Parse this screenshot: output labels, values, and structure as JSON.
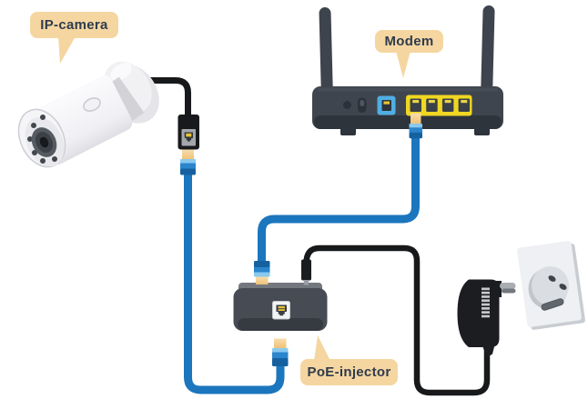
{
  "title": "IP-camera to modem connection via PoE-injector (illustrated diagram)",
  "labels": {
    "camera": "IP-camera",
    "modem": "Modem",
    "injector": "PoE-injector"
  },
  "components": {
    "camera": "white bullet IP security camera on round wall mount with black RJ45 pigtail coupler",
    "modem": "dark gray modem/router rear view with 2 antennas, round button, toggle switch, 1 blue WAN port, 4 yellow LAN ports",
    "injector": "dark gray PoE injector box with white RJ45 port on front",
    "power_adapter": "black DC wall power adapter with vent slots and plug prongs",
    "wall_socket": "white European Schuko wall outlet"
  },
  "connections": [
    {
      "from": "modem LAN port 1",
      "to": "PoE-injector top LAN input",
      "cable": "blue ethernet cable"
    },
    {
      "from": "PoE-injector bottom PoE output",
      "to": "IP-camera RJ45 pigtail coupler",
      "cable": "blue ethernet cable"
    },
    {
      "from": "power adapter",
      "to": "PoE-injector DC barrel input",
      "cable": "black power cord"
    },
    {
      "from": "power adapter prongs",
      "to": "wall socket",
      "cable": "direct plug"
    }
  ],
  "colors": {
    "label_bg": "#F5D6A1",
    "label_text": "#2E3B4D",
    "ethernet_cable": "#1B76BE",
    "plug_band_light_blue": "#8AC9EF",
    "connector_tan": "#F2CA80",
    "power_cable": "#17191B",
    "device_gray": "#3F454E",
    "lan_port_yellow": "#EFD722",
    "wan_port_blue": "#4FAEE2",
    "background": "#FFFFFF"
  }
}
